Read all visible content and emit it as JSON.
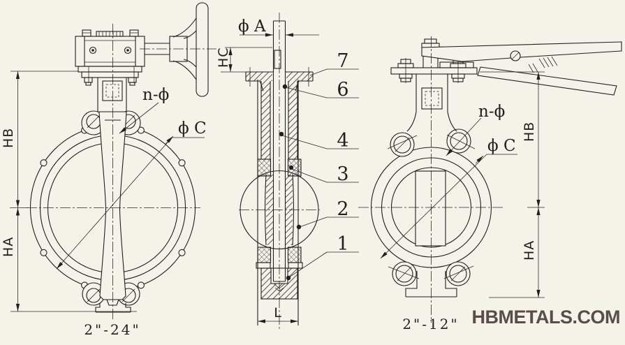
{
  "colors": {
    "background": "#f5f2ea",
    "line": "#1f1f1f",
    "watermark": "#5a4c49"
  },
  "watermark": "HBMETALS.COM",
  "left_view": {
    "caption": "2\"-24\"",
    "dim_hb": "HB",
    "dim_ha": "HA",
    "label_n_phi": "n-ϕ",
    "label_phi_c": "ϕ C"
  },
  "section_view": {
    "dim_phi_a": "ϕ A",
    "dim_hc": "HC",
    "dim_l": "L",
    "callouts": [
      "7",
      "6",
      "4",
      "3",
      "2",
      "1"
    ]
  },
  "right_view": {
    "caption": "2\"-12\"",
    "dim_hb": "HB",
    "dim_ha": "HA",
    "label_n_phi": "n-ϕ",
    "label_phi_c": "ϕ C"
  }
}
